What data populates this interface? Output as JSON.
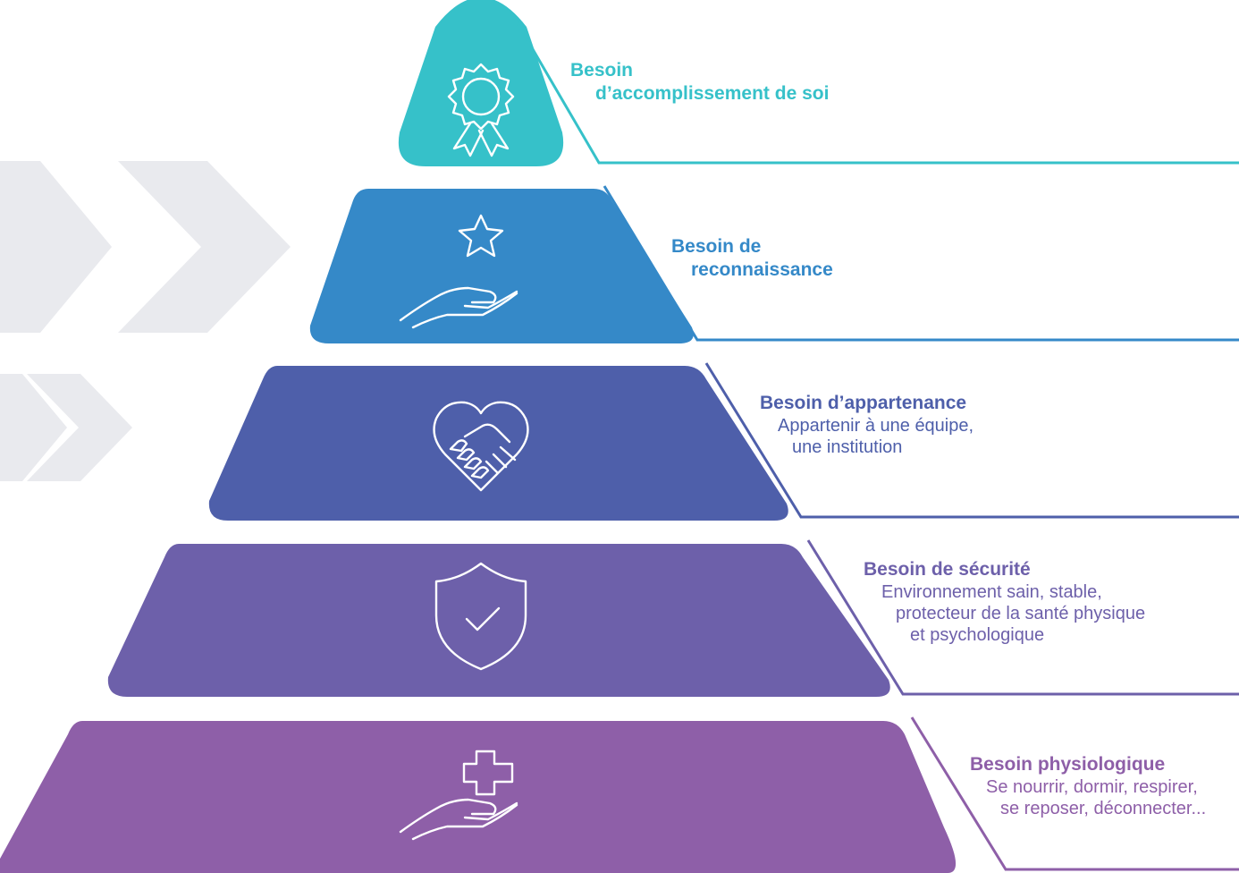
{
  "levels": [
    {
      "id": "accomplishment",
      "title_lines": [
        "Besoin",
        "d’accomplissement de soi"
      ],
      "description_lines": [],
      "color": "#36C1C9",
      "icon": "award-rosette-icon"
    },
    {
      "id": "recognition",
      "title_lines": [
        "Besoin de",
        "reconnaissance"
      ],
      "description_lines": [],
      "color": "#3589C8",
      "icon": "hand-star-icon"
    },
    {
      "id": "belonging",
      "title_lines": [
        "Besoin d’appartenance"
      ],
      "description_lines": [
        "Appartenir à une équipe,",
        "une institution"
      ],
      "color": "#4E5FAA",
      "icon": "heart-handshake-icon"
    },
    {
      "id": "security",
      "title_lines": [
        "Besoin de sécurité"
      ],
      "description_lines": [
        "Environnement sain, stable,",
        "protecteur de la santé physique",
        "et psychologique"
      ],
      "color": "#6D60AA",
      "icon": "shield-check-icon"
    },
    {
      "id": "physiological",
      "title_lines": [
        "Besoin physiologique"
      ],
      "description_lines": [
        "Se nourrir, dormir, respirer,",
        "se reposer, déconnecter..."
      ],
      "color": "#8E5FA8",
      "icon": "hand-medical-cross-icon"
    }
  ],
  "decoration": {
    "chevron_color": "#E9EAEE"
  }
}
